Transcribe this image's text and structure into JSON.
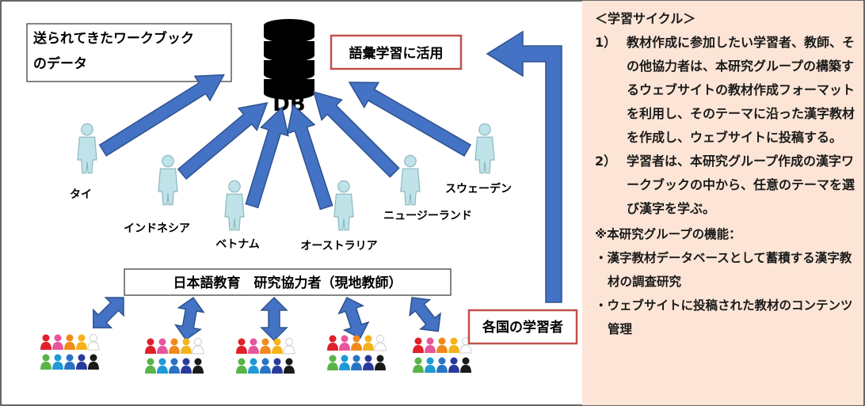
{
  "workbook_note": [
    "送られてきたワークブック",
    "のデータ"
  ],
  "db_label": "DB",
  "vocab_label": "語彙学習に活用",
  "teachers_label": "日本語教育　研究協力者（現地教師）",
  "learners_label": "各国の学習者",
  "countries": [
    "タイ",
    "インドネシア",
    "ベトナム",
    "オーストラリア",
    "ニュージーランド",
    "スウェーデン"
  ],
  "cycle": {
    "heading": "＜学習サイクル＞",
    "items": [
      {
        "num": "1）",
        "text": "教材作成に参加したい学習者、教師、その他協力者は、本研究グループの構築するウェブサイトの教材作成フォーマットを利用し、そのテーマに沿った漢字教材を作成し、ウェブサイトに投稿する。"
      },
      {
        "num": "2）",
        "text": "学習者は、本研究グループ作成の漢字ワークブックの中から、任意のテーマを選び漢字を学ぶ。"
      }
    ],
    "note": "※本研究グループの機能：",
    "bullets": [
      "・漢字教材データベースとして蓄積する漢字教材の調査研究",
      "・ウェブサイトに投稿された教材のコンテンツ管理"
    ]
  },
  "colors": {
    "arrow_fill": "#4472c4",
    "arrow_stroke": "#2e528f",
    "red_box": "#c0504d",
    "panel_bg": "#fce5d6",
    "person": "#bfe3e8"
  }
}
